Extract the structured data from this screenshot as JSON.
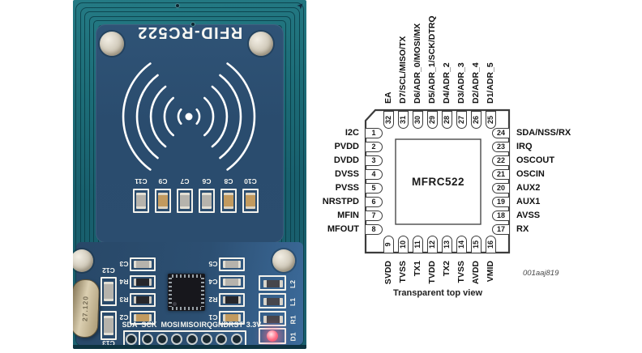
{
  "photo": {
    "title": "RFID-RC522",
    "crystal_marking": "27.120",
    "cap_row_labels": [
      "C11",
      "C9",
      "C7",
      "C6",
      "C8",
      "C10"
    ],
    "left_column_labels": [
      "C3",
      "R4",
      "R3",
      "C2"
    ],
    "right_column_labels": [
      "C5",
      "C4",
      "R2",
      "C1"
    ],
    "side_cap_labels": [
      "C12",
      "C13"
    ],
    "edge_column_labels": [
      "L2",
      "L1",
      "R1",
      "D1"
    ],
    "header_pin_labels": [
      "SDA",
      "SCK",
      "MOSI",
      "MISO",
      "IRQ",
      "GND",
      "RST",
      "3.3V"
    ],
    "colors": {
      "pcb_teal": "#1c6c77",
      "pcb_navy": "#2b4d6f",
      "silkscreen": "#f5f5f0",
      "led_pink": "#ff6b84"
    }
  },
  "diagram": {
    "chip": "MFRC522",
    "caption": "Transparent top view",
    "figure_id": "001aaj819",
    "top_pins": [
      {
        "n": "32",
        "name": "EA"
      },
      {
        "n": "31",
        "name": "D7/SCL/MISO/TX"
      },
      {
        "n": "30",
        "name": "D6/ADR_0/MOSI/MX"
      },
      {
        "n": "29",
        "name": "D5/ADR_1/SCK/DTRQ"
      },
      {
        "n": "28",
        "name": "D4/ADR_2"
      },
      {
        "n": "27",
        "name": "D3/ADR_3"
      },
      {
        "n": "26",
        "name": "D2/ADR_4"
      },
      {
        "n": "25",
        "name": "D1/ADR_5"
      }
    ],
    "left_pins": [
      {
        "n": "1",
        "name": "I2C"
      },
      {
        "n": "2",
        "name": "PVDD"
      },
      {
        "n": "3",
        "name": "DVDD"
      },
      {
        "n": "4",
        "name": "DVSS"
      },
      {
        "n": "5",
        "name": "PVSS"
      },
      {
        "n": "6",
        "name": "NRSTPD"
      },
      {
        "n": "7",
        "name": "MFIN"
      },
      {
        "n": "8",
        "name": "MFOUT"
      }
    ],
    "right_pins": [
      {
        "n": "24",
        "name": "SDA/NSS/RX"
      },
      {
        "n": "23",
        "name": "IRQ"
      },
      {
        "n": "22",
        "name": "OSCOUT"
      },
      {
        "n": "21",
        "name": "OSCIN"
      },
      {
        "n": "20",
        "name": "AUX2"
      },
      {
        "n": "19",
        "name": "AUX1"
      },
      {
        "n": "18",
        "name": "AVSS"
      },
      {
        "n": "17",
        "name": "RX"
      }
    ],
    "bottom_pins": [
      {
        "n": "9",
        "name": "SVDD"
      },
      {
        "n": "10",
        "name": "TVSS"
      },
      {
        "n": "11",
        "name": "TX1"
      },
      {
        "n": "12",
        "name": "TVDD"
      },
      {
        "n": "13",
        "name": "TX2"
      },
      {
        "n": "14",
        "name": "TVSS"
      },
      {
        "n": "15",
        "name": "AVDD"
      },
      {
        "n": "16",
        "name": "VMID"
      }
    ],
    "ink_color": "#1c1c1c"
  }
}
